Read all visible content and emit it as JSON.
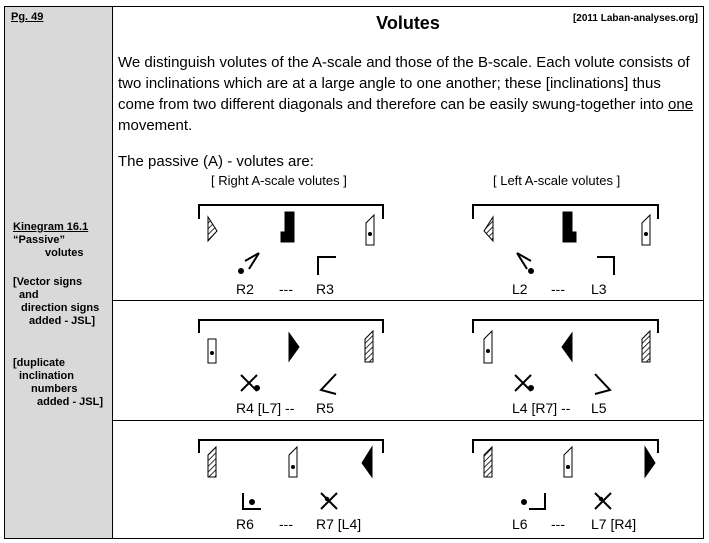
{
  "page": {
    "number": "Pg. 49",
    "source": "[2011 Laban-analyses.org]",
    "title": "Volutes"
  },
  "body": {
    "paragraph_parts": [
      "We distinguish volutes of the A-scale and those of the B-scale.  Each volute consists of two inclinations which are at a large angle to one another; these [inclinations] thus come from two different diagonals and therefore can be easily swung-together into ",
      "one",
      " movement."
    ],
    "passive_intro": "The passive (A) - volutes are:",
    "right_header": "[ Right A-scale volutes ]",
    "left_header": "[ Left A-scale volutes ]"
  },
  "sidebar": {
    "kinegram": "Kinegram 16.1",
    "passive": "“Passive”",
    "volutes": "volutes",
    "vector_note": [
      "[Vector signs",
      "and",
      "direction signs",
      "added - JSL]"
    ],
    "duplicate_note": [
      "[duplicate",
      "inclination",
      "numbers",
      "added - JSL]"
    ]
  },
  "rows": [
    {
      "right": [
        "R2",
        "---",
        "R3"
      ],
      "left": [
        "L2",
        "---",
        "L3"
      ]
    },
    {
      "right": [
        "R4 [L7] --",
        "R5"
      ],
      "left": [
        "L4 [R7] --",
        "L5"
      ]
    },
    {
      "right": [
        "R6",
        "---",
        "R7 [L4]"
      ],
      "left": [
        "L6",
        "---",
        "L7 [R4]"
      ]
    }
  ]
}
